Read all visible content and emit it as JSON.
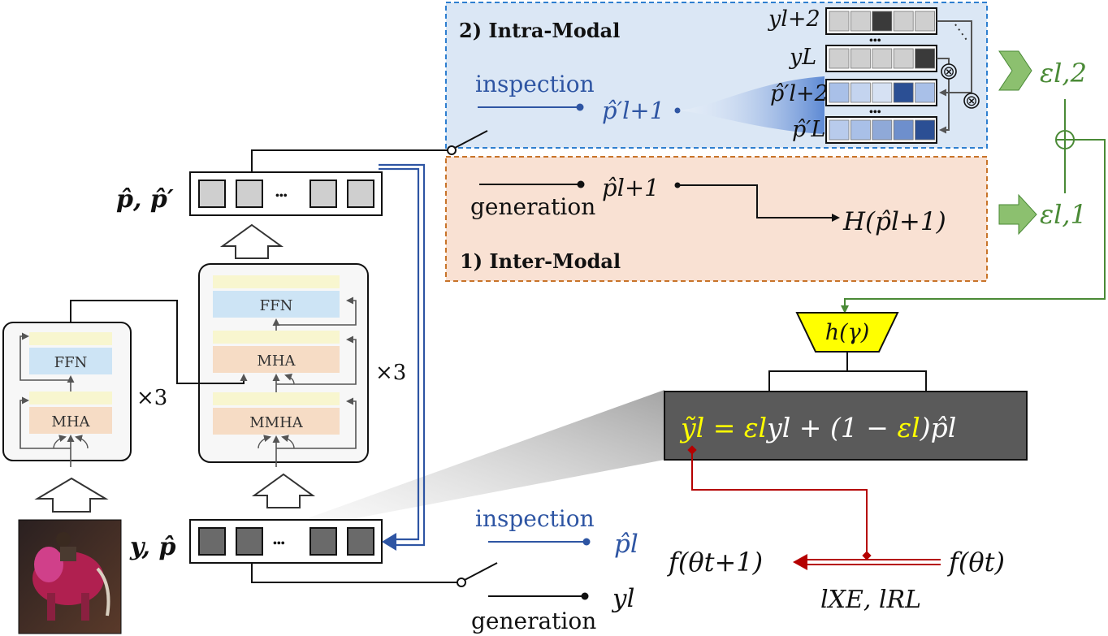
{
  "intra_modal": {
    "title": "2) Intra-Modal"
  },
  "inter_modal": {
    "title": "1) Inter-Modal"
  },
  "top_branch": {
    "inspection_label": "inspection",
    "inspection_output": "p̂′l+1",
    "generation_label": "generation",
    "generation_output": "p̂l+1",
    "entropy": "H(p̂l+1)",
    "prob_rows": [
      {
        "label": "yl+2",
        "colors": [
          "#cfcfcf",
          "#cfcfcf",
          "#3a3a3a",
          "#cfcfcf",
          "#cfcfcf"
        ]
      },
      {
        "label": "yL",
        "colors": [
          "#cfcfcf",
          "#cfcfcf",
          "#cfcfcf",
          "#cfcfcf",
          "#3a3a3a"
        ]
      },
      {
        "label": "p̂′l+2",
        "colors": [
          "#a9c0e8",
          "#c4d4ef",
          "#d6e1f3",
          "#2b4f94",
          "#a9c0e8"
        ]
      },
      {
        "label": "p̂′L",
        "colors": [
          "#b8cbec",
          "#a9c0e8",
          "#8fa9d8",
          "#6e8fcc",
          "#2b4f94"
        ]
      }
    ],
    "ellipsis": "•••",
    "otimes": "⊗",
    "oplus": "⊕"
  },
  "epsilon": {
    "e2": "εl,2",
    "e1": "εl,1"
  },
  "gate": {
    "label": "h(γ)"
  },
  "formula": {
    "lhs": "ỹl",
    "eq": " = ",
    "eps1": "εl",
    "y": "yl",
    "mid": " + (1 − ",
    "eps2": "εl",
    "rest": ")p̂l"
  },
  "update": {
    "from": "f(θt)",
    "to": "f(θt+1)",
    "losses": "lXE, lRL"
  },
  "bottom_branch": {
    "inspection_label": "inspection",
    "inspection_output": "p̂l",
    "generation_label": "generation",
    "generation_output": "yl"
  },
  "sequences": {
    "top_label": "p̂, p̂′",
    "bottom_label": "y, p̂",
    "dots": "•••"
  },
  "encoder": {
    "ffn": "FFN",
    "mha": "MHA",
    "repeat": "×3"
  },
  "decoder": {
    "ffn": "FFN",
    "mha": "MHA",
    "mmha": "MMHA",
    "repeat": "×3"
  },
  "colors": {
    "blue": "#2e55a3",
    "green": "#4a8a36",
    "red": "#b50000",
    "yellow": "#ffff00",
    "formula_bg": "#5a5a5a",
    "intra_bg": "#dbe7f5",
    "inter_bg": "#f9e1d3",
    "ffn_bg": "#cde4f5",
    "mha_bg": "#f6dcc5",
    "strip_bg": "#f8f6cf"
  }
}
